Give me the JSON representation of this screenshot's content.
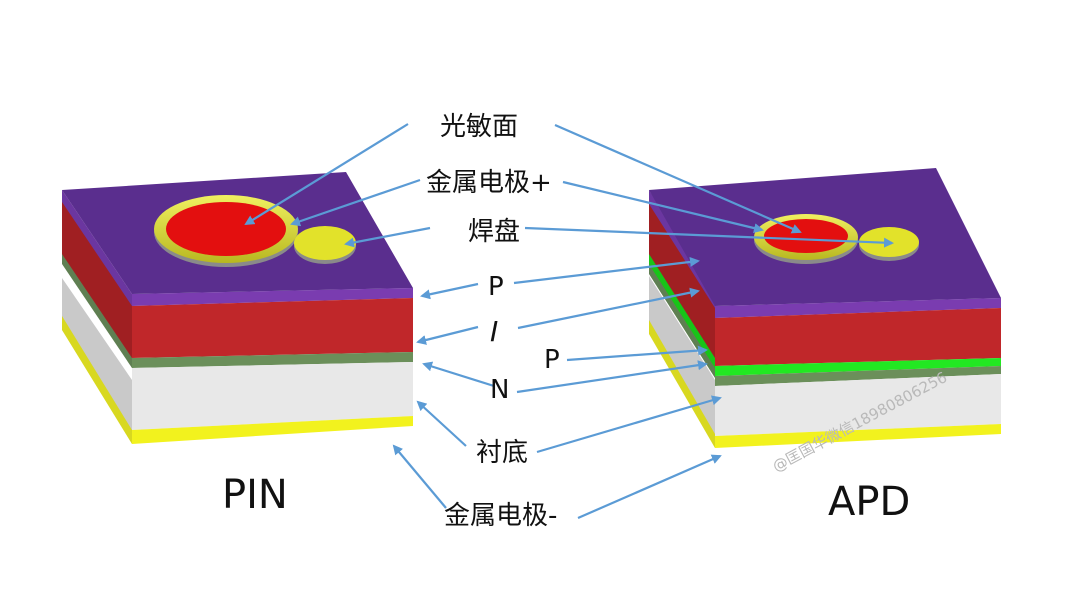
{
  "labels": {
    "photosensitive": "光敏面",
    "electrode_plus": "金属电极+",
    "pad": "焊盘",
    "p_layer": "P",
    "i_layer": "I",
    "p_layer_apd": "P",
    "n_layer": "N",
    "substrate": "衬底",
    "electrode_minus": "金属电极-"
  },
  "devices": {
    "pin": "PIN",
    "apd": "APD"
  },
  "watermark": "@匡国华微信18980806256",
  "colors": {
    "p_top_face": "#5a2e8e",
    "p_side": "#7a3cb0",
    "i_layer": "#c0272a",
    "n_layer": "#6b8f5a",
    "apd_p_layer": "#22e822",
    "substrate": "#e8e8e8",
    "bottom_electrode": "#f2f21e",
    "sensing_area": "#e30f0f",
    "electrode_ring": "#dede2a",
    "arrow": "#5b9bd5"
  }
}
